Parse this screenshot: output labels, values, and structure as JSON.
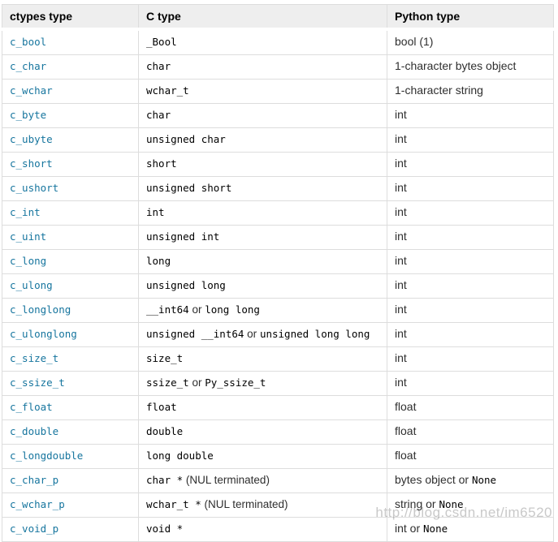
{
  "colors": {
    "link": "#16759e",
    "header_bg": "#eeeeee",
    "border": "#dddddd",
    "watermark": "#c9c9c9"
  },
  "watermark": "http://blog.csdn.net/im6520",
  "table": {
    "headers": [
      "ctypes type",
      "C type",
      "Python type"
    ],
    "rows": [
      {
        "ctypes": "c_bool",
        "c": [
          {
            "kind": "code",
            "text": "_Bool"
          }
        ],
        "python": [
          {
            "kind": "plain",
            "text": "bool (1)"
          }
        ]
      },
      {
        "ctypes": "c_char",
        "c": [
          {
            "kind": "code",
            "text": "char"
          }
        ],
        "python": [
          {
            "kind": "plain",
            "text": "1-character bytes object"
          }
        ]
      },
      {
        "ctypes": "c_wchar",
        "c": [
          {
            "kind": "code",
            "text": "wchar_t"
          }
        ],
        "python": [
          {
            "kind": "plain",
            "text": "1-character string"
          }
        ]
      },
      {
        "ctypes": "c_byte",
        "c": [
          {
            "kind": "code",
            "text": "char"
          }
        ],
        "python": [
          {
            "kind": "plain",
            "text": "int"
          }
        ]
      },
      {
        "ctypes": "c_ubyte",
        "c": [
          {
            "kind": "code",
            "text": "unsigned char"
          }
        ],
        "python": [
          {
            "kind": "plain",
            "text": "int"
          }
        ]
      },
      {
        "ctypes": "c_short",
        "c": [
          {
            "kind": "code",
            "text": "short"
          }
        ],
        "python": [
          {
            "kind": "plain",
            "text": "int"
          }
        ]
      },
      {
        "ctypes": "c_ushort",
        "c": [
          {
            "kind": "code",
            "text": "unsigned short"
          }
        ],
        "python": [
          {
            "kind": "plain",
            "text": "int"
          }
        ]
      },
      {
        "ctypes": "c_int",
        "c": [
          {
            "kind": "code",
            "text": "int"
          }
        ],
        "python": [
          {
            "kind": "plain",
            "text": "int"
          }
        ]
      },
      {
        "ctypes": "c_uint",
        "c": [
          {
            "kind": "code",
            "text": "unsigned int"
          }
        ],
        "python": [
          {
            "kind": "plain",
            "text": "int"
          }
        ]
      },
      {
        "ctypes": "c_long",
        "c": [
          {
            "kind": "code",
            "text": "long"
          }
        ],
        "python": [
          {
            "kind": "plain",
            "text": "int"
          }
        ]
      },
      {
        "ctypes": "c_ulong",
        "c": [
          {
            "kind": "code",
            "text": "unsigned long"
          }
        ],
        "python": [
          {
            "kind": "plain",
            "text": "int"
          }
        ]
      },
      {
        "ctypes": "c_longlong",
        "c": [
          {
            "kind": "code",
            "text": "__int64"
          },
          {
            "kind": "plain",
            "text": " or "
          },
          {
            "kind": "code",
            "text": "long long"
          }
        ],
        "python": [
          {
            "kind": "plain",
            "text": "int"
          }
        ]
      },
      {
        "ctypes": "c_ulonglong",
        "c": [
          {
            "kind": "code",
            "text": "unsigned __int64"
          },
          {
            "kind": "plain",
            "text": " or "
          },
          {
            "kind": "code",
            "text": "unsigned long long"
          }
        ],
        "python": [
          {
            "kind": "plain",
            "text": "int"
          }
        ]
      },
      {
        "ctypes": "c_size_t",
        "c": [
          {
            "kind": "code",
            "text": "size_t"
          }
        ],
        "python": [
          {
            "kind": "plain",
            "text": "int"
          }
        ]
      },
      {
        "ctypes": "c_ssize_t",
        "c": [
          {
            "kind": "code",
            "text": "ssize_t"
          },
          {
            "kind": "plain",
            "text": " or "
          },
          {
            "kind": "code",
            "text": "Py_ssize_t"
          }
        ],
        "python": [
          {
            "kind": "plain",
            "text": "int"
          }
        ]
      },
      {
        "ctypes": "c_float",
        "c": [
          {
            "kind": "code",
            "text": "float"
          }
        ],
        "python": [
          {
            "kind": "plain",
            "text": "float"
          }
        ]
      },
      {
        "ctypes": "c_double",
        "c": [
          {
            "kind": "code",
            "text": "double"
          }
        ],
        "python": [
          {
            "kind": "plain",
            "text": "float"
          }
        ]
      },
      {
        "ctypes": "c_longdouble",
        "c": [
          {
            "kind": "code",
            "text": "long double"
          }
        ],
        "python": [
          {
            "kind": "plain",
            "text": "float"
          }
        ]
      },
      {
        "ctypes": "c_char_p",
        "c": [
          {
            "kind": "code",
            "text": "char *"
          },
          {
            "kind": "plain",
            "text": " (NUL terminated)"
          }
        ],
        "python": [
          {
            "kind": "plain",
            "text": "bytes object or "
          },
          {
            "kind": "code",
            "text": "None"
          }
        ]
      },
      {
        "ctypes": "c_wchar_p",
        "c": [
          {
            "kind": "code",
            "text": "wchar_t *"
          },
          {
            "kind": "plain",
            "text": " (NUL terminated)"
          }
        ],
        "python": [
          {
            "kind": "plain",
            "text": "string or "
          },
          {
            "kind": "code",
            "text": "None"
          }
        ]
      },
      {
        "ctypes": "c_void_p",
        "c": [
          {
            "kind": "code",
            "text": "void *"
          }
        ],
        "python": [
          {
            "kind": "plain",
            "text": "int or "
          },
          {
            "kind": "code",
            "text": "None"
          }
        ]
      }
    ]
  }
}
